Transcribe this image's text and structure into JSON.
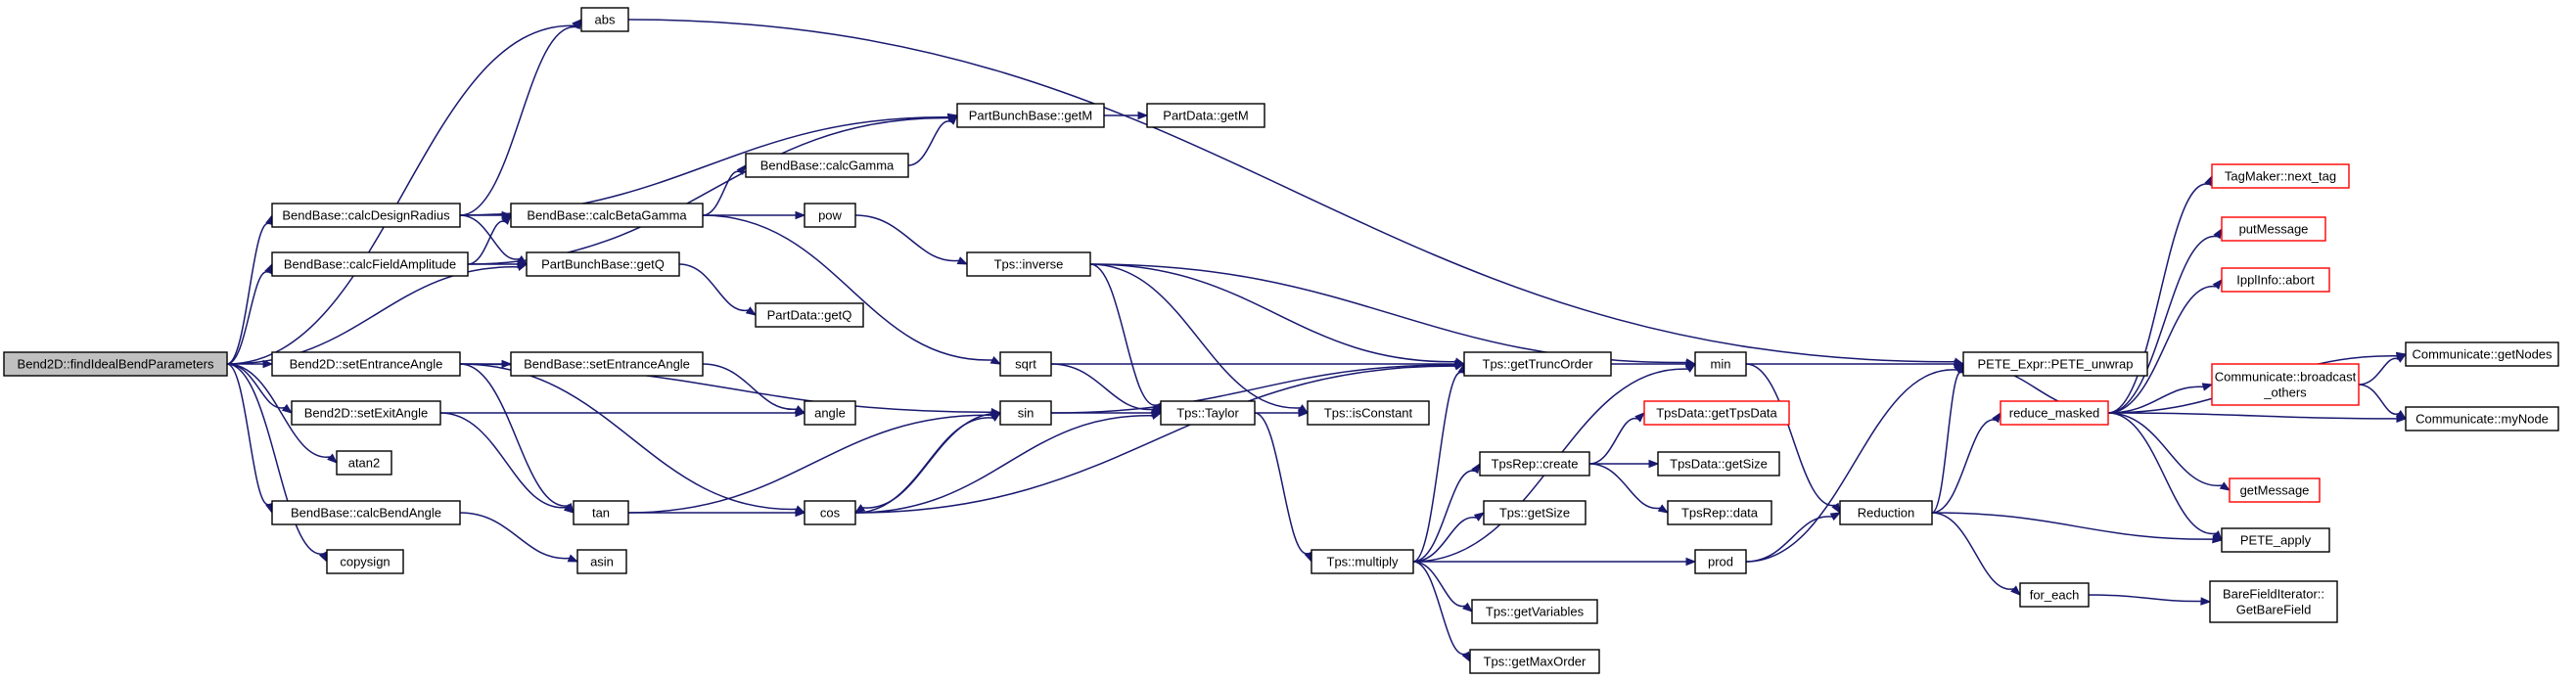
{
  "graph": {
    "edge_color": "#191970",
    "root_fill": "#c0c0c0",
    "truncated_border_color": "#ff0000",
    "nodes": [
      {
        "id": "root",
        "lines": [
          "Bend2D::findIdealBendParameters"
        ],
        "root": true
      },
      {
        "id": "abs",
        "lines": [
          "abs"
        ]
      },
      {
        "id": "calcDesignRadius",
        "lines": [
          "BendBase::calcDesignRadius"
        ]
      },
      {
        "id": "calcFieldAmplitude",
        "lines": [
          "BendBase::calcFieldAmplitude"
        ]
      },
      {
        "id": "setEntranceAngle2D",
        "lines": [
          "Bend2D::setEntranceAngle"
        ]
      },
      {
        "id": "setExitAngle",
        "lines": [
          "Bend2D::setExitAngle"
        ]
      },
      {
        "id": "atan2",
        "lines": [
          "atan2"
        ]
      },
      {
        "id": "calcBendAngle",
        "lines": [
          "BendBase::calcBendAngle"
        ]
      },
      {
        "id": "copysign",
        "lines": [
          "copysign"
        ]
      },
      {
        "id": "getM",
        "lines": [
          "PartBunchBase::getM"
        ]
      },
      {
        "id": "partDataGetM",
        "lines": [
          "PartData::getM"
        ]
      },
      {
        "id": "calcGamma",
        "lines": [
          "BendBase::calcGamma"
        ]
      },
      {
        "id": "calcBetaGamma",
        "lines": [
          "BendBase::calcBetaGamma"
        ]
      },
      {
        "id": "getQ",
        "lines": [
          "PartBunchBase::getQ"
        ]
      },
      {
        "id": "partDataGetQ",
        "lines": [
          "PartData::getQ"
        ]
      },
      {
        "id": "setEntranceAngleBase",
        "lines": [
          "BendBase::setEntranceAngle"
        ]
      },
      {
        "id": "angle",
        "lines": [
          "angle"
        ]
      },
      {
        "id": "tan",
        "lines": [
          "tan"
        ]
      },
      {
        "id": "asin",
        "lines": [
          "asin"
        ]
      },
      {
        "id": "pow",
        "lines": [
          "pow"
        ]
      },
      {
        "id": "inverse",
        "lines": [
          "Tps::inverse"
        ]
      },
      {
        "id": "sqrt",
        "lines": [
          "sqrt"
        ]
      },
      {
        "id": "sin",
        "lines": [
          "sin"
        ]
      },
      {
        "id": "cos",
        "lines": [
          "cos"
        ]
      },
      {
        "id": "taylor",
        "lines": [
          "Tps::Taylor"
        ]
      },
      {
        "id": "isConstant",
        "lines": [
          "Tps::isConstant"
        ]
      },
      {
        "id": "getTruncOrder",
        "lines": [
          "Tps::getTruncOrder"
        ]
      },
      {
        "id": "multiply",
        "lines": [
          "Tps::multiply"
        ]
      },
      {
        "id": "create",
        "lines": [
          "TpsRep::create"
        ]
      },
      {
        "id": "getTpsData",
        "lines": [
          "TpsData::getTpsData"
        ],
        "red": true
      },
      {
        "id": "getSizeData",
        "lines": [
          "TpsData::getSize"
        ]
      },
      {
        "id": "repData",
        "lines": [
          "TpsRep::data"
        ]
      },
      {
        "id": "getSize",
        "lines": [
          "Tps::getSize"
        ]
      },
      {
        "id": "getVariables",
        "lines": [
          "Tps::getVariables"
        ]
      },
      {
        "id": "getMaxOrder",
        "lines": [
          "Tps::getMaxOrder"
        ]
      },
      {
        "id": "min",
        "lines": [
          "min"
        ]
      },
      {
        "id": "prod",
        "lines": [
          "prod"
        ]
      },
      {
        "id": "reduction",
        "lines": [
          "Reduction"
        ]
      },
      {
        "id": "unwrap",
        "lines": [
          "PETE_Expr::PETE_unwrap"
        ]
      },
      {
        "id": "reduceMasked",
        "lines": [
          "reduce_masked"
        ],
        "red": true
      },
      {
        "id": "forEach",
        "lines": [
          "for_each"
        ]
      },
      {
        "id": "nextTag",
        "lines": [
          "TagMaker::next_tag"
        ],
        "red": true
      },
      {
        "id": "putMessage",
        "lines": [
          "putMessage"
        ],
        "red": true
      },
      {
        "id": "abort",
        "lines": [
          "IpplInfo::abort"
        ],
        "red": true
      },
      {
        "id": "broadcast",
        "lines": [
          "Communicate::broadcast",
          "_others"
        ],
        "red": true
      },
      {
        "id": "getMessage",
        "lines": [
          "getMessage"
        ],
        "red": true
      },
      {
        "id": "peteApply",
        "lines": [
          "PETE_apply"
        ]
      },
      {
        "id": "getNodes",
        "lines": [
          "Communicate::getNodes"
        ]
      },
      {
        "id": "myNode",
        "lines": [
          "Communicate::myNode"
        ]
      },
      {
        "id": "getBareField",
        "lines": [
          "BareFieldIterator::",
          "GetBareField"
        ]
      }
    ],
    "edges": [
      [
        "root",
        "abs"
      ],
      [
        "root",
        "calcDesignRadius"
      ],
      [
        "root",
        "calcFieldAmplitude"
      ],
      [
        "root",
        "getQ"
      ],
      [
        "root",
        "setEntranceAngle2D"
      ],
      [
        "root",
        "setExitAngle"
      ],
      [
        "root",
        "atan2"
      ],
      [
        "root",
        "calcBendAngle"
      ],
      [
        "root",
        "copysign"
      ],
      [
        "abs",
        "unwrap"
      ],
      [
        "calcDesignRadius",
        "abs"
      ],
      [
        "calcDesignRadius",
        "getM"
      ],
      [
        "calcDesignRadius",
        "calcBetaGamma"
      ],
      [
        "calcDesignRadius",
        "getQ"
      ],
      [
        "calcFieldAmplitude",
        "getM"
      ],
      [
        "calcFieldAmplitude",
        "calcBetaGamma"
      ],
      [
        "calcFieldAmplitude",
        "getQ"
      ],
      [
        "getM",
        "partDataGetM"
      ],
      [
        "calcGamma",
        "getM"
      ],
      [
        "calcBetaGamma",
        "calcGamma"
      ],
      [
        "calcBetaGamma",
        "pow"
      ],
      [
        "calcBetaGamma",
        "sqrt"
      ],
      [
        "getQ",
        "partDataGetQ"
      ],
      [
        "setEntranceAngle2D",
        "setEntranceAngleBase"
      ],
      [
        "setEntranceAngle2D",
        "sin"
      ],
      [
        "setEntranceAngle2D",
        "tan"
      ],
      [
        "setEntranceAngle2D",
        "cos"
      ],
      [
        "setEntranceAngleBase",
        "angle"
      ],
      [
        "setExitAngle",
        "angle"
      ],
      [
        "setExitAngle",
        "tan"
      ],
      [
        "calcBendAngle",
        "asin"
      ],
      [
        "tan",
        "sin"
      ],
      [
        "tan",
        "cos"
      ],
      [
        "pow",
        "inverse"
      ],
      [
        "inverse",
        "taylor"
      ],
      [
        "inverse",
        "isConstant"
      ],
      [
        "inverse",
        "getTruncOrder"
      ],
      [
        "inverse",
        "min"
      ],
      [
        "sqrt",
        "taylor"
      ],
      [
        "sqrt",
        "getTruncOrder"
      ],
      [
        "sin",
        "cos"
      ],
      [
        "sin",
        "taylor"
      ],
      [
        "sin",
        "getTruncOrder"
      ],
      [
        "cos",
        "sin"
      ],
      [
        "cos",
        "taylor"
      ],
      [
        "cos",
        "getTruncOrder"
      ],
      [
        "taylor",
        "isConstant"
      ],
      [
        "taylor",
        "multiply"
      ],
      [
        "getTruncOrder",
        "min"
      ],
      [
        "multiply",
        "getTruncOrder"
      ],
      [
        "multiply",
        "create"
      ],
      [
        "multiply",
        "getSize"
      ],
      [
        "multiply",
        "prod"
      ],
      [
        "multiply",
        "getVariables"
      ],
      [
        "multiply",
        "getMaxOrder"
      ],
      [
        "multiply",
        "min"
      ],
      [
        "create",
        "getTpsData"
      ],
      [
        "create",
        "getSizeData"
      ],
      [
        "create",
        "repData"
      ],
      [
        "min",
        "unwrap"
      ],
      [
        "min",
        "reduction"
      ],
      [
        "prod",
        "unwrap"
      ],
      [
        "prod",
        "reduction"
      ],
      [
        "reduction",
        "unwrap"
      ],
      [
        "reduction",
        "reduceMasked"
      ],
      [
        "reduction",
        "peteApply"
      ],
      [
        "reduction",
        "forEach"
      ],
      [
        "reduceMasked",
        "unwrap"
      ],
      [
        "reduceMasked",
        "nextTag"
      ],
      [
        "reduceMasked",
        "putMessage"
      ],
      [
        "reduceMasked",
        "abort"
      ],
      [
        "reduceMasked",
        "broadcast"
      ],
      [
        "reduceMasked",
        "getNodes"
      ],
      [
        "reduceMasked",
        "myNode"
      ],
      [
        "reduceMasked",
        "getMessage"
      ],
      [
        "reduceMasked",
        "peteApply"
      ],
      [
        "broadcast",
        "getNodes"
      ],
      [
        "broadcast",
        "myNode"
      ],
      [
        "forEach",
        "getBareField"
      ]
    ]
  }
}
